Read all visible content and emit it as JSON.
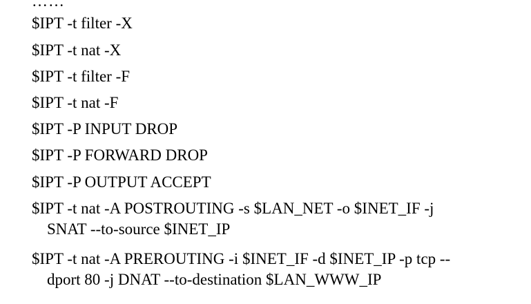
{
  "document": {
    "ellipsis": "……",
    "lines": [
      "$IPT -t filter -X",
      "$IPT -t nat -X",
      "$IPT -t filter -F",
      "$IPT -t nat -F",
      "$IPT -P INPUT DROP",
      "$IPT -P FORWARD DROP",
      "$IPT -P OUTPUT ACCEPT"
    ],
    "postrouting": {
      "line1": "$IPT -t nat -A POSTROUTING -s $LAN_NET -o $INET_IF -j",
      "line2": "SNAT --to-source $INET_IP"
    },
    "prerouting": {
      "line1": "$IPT -t nat -A PREROUTING -i $INET_IF -d $INET_IP -p tcp --",
      "line2": "dport 80 -j DNAT --to-destination $LAN_WWW_IP"
    }
  }
}
